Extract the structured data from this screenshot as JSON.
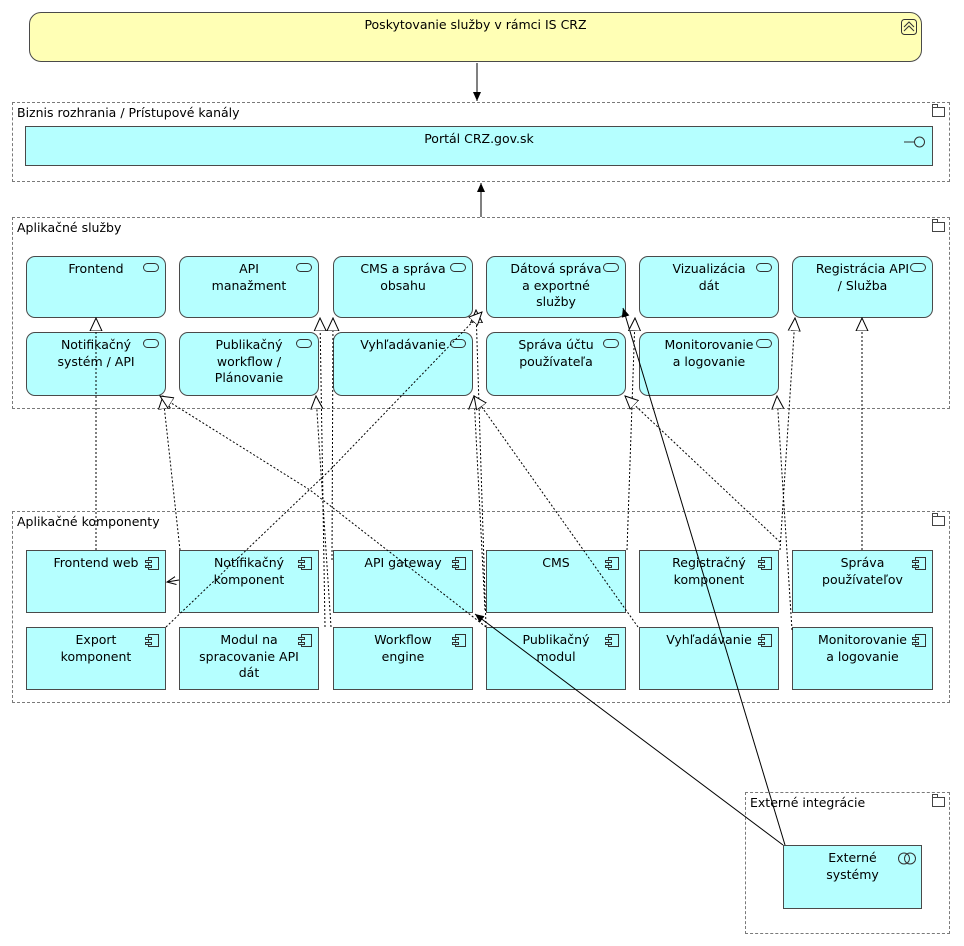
{
  "business_service": {
    "label": "Poskytovanie služby v rámci IS CRZ",
    "icon": "business-service-icon"
  },
  "groups": {
    "business_interfaces": {
      "label": "Biznis rozhrania / Prístupové kanály",
      "icon": "folder-icon"
    },
    "application_services": {
      "label": "Aplikačné služby",
      "icon": "folder-icon"
    },
    "application_components": {
      "label": "Aplikačné komponenty",
      "icon": "folder-icon"
    },
    "external_integrations": {
      "label": "Externé integrácie",
      "icon": "folder-icon"
    }
  },
  "interface": {
    "label": "Portál CRZ.gov.sk",
    "icon": "interface-icon"
  },
  "services": [
    {
      "label": "Frontend"
    },
    {
      "label": "API\nmanažment"
    },
    {
      "label": "CMS a správa\nobsahu"
    },
    {
      "label": "Dátová správa\na exportné\nslužby"
    },
    {
      "label": "Vizualizácia\ndát"
    },
    {
      "label": "Registrácia API\n/ Služba"
    },
    {
      "label": "Notifikačný\nsystém / API"
    },
    {
      "label": "Publikačný\nworkflow /\nPlánovanie"
    },
    {
      "label": "Vyhľadávanie"
    },
    {
      "label": "Správa účtu\npoužívateľa"
    },
    {
      "label": "Monitorovanie\na logovanie"
    }
  ],
  "components": [
    {
      "label": "Frontend web"
    },
    {
      "label": "Notifikačný\nkomponent"
    },
    {
      "label": "API gateway"
    },
    {
      "label": "CMS"
    },
    {
      "label": "Registračný\nkomponent"
    },
    {
      "label": "Správa\npoužívateľov"
    },
    {
      "label": "Export\nkomponent"
    },
    {
      "label": "Modul na\nspracovanie API\ndát"
    },
    {
      "label": "Workflow\nengine"
    },
    {
      "label": "Publikačný\nmodul"
    },
    {
      "label": "Vyhľadávanie"
    },
    {
      "label": "Monitorovanie\na logovanie"
    }
  ],
  "external": {
    "label": "Externé\nsystémy",
    "icon": "application-collaboration-icon"
  }
}
